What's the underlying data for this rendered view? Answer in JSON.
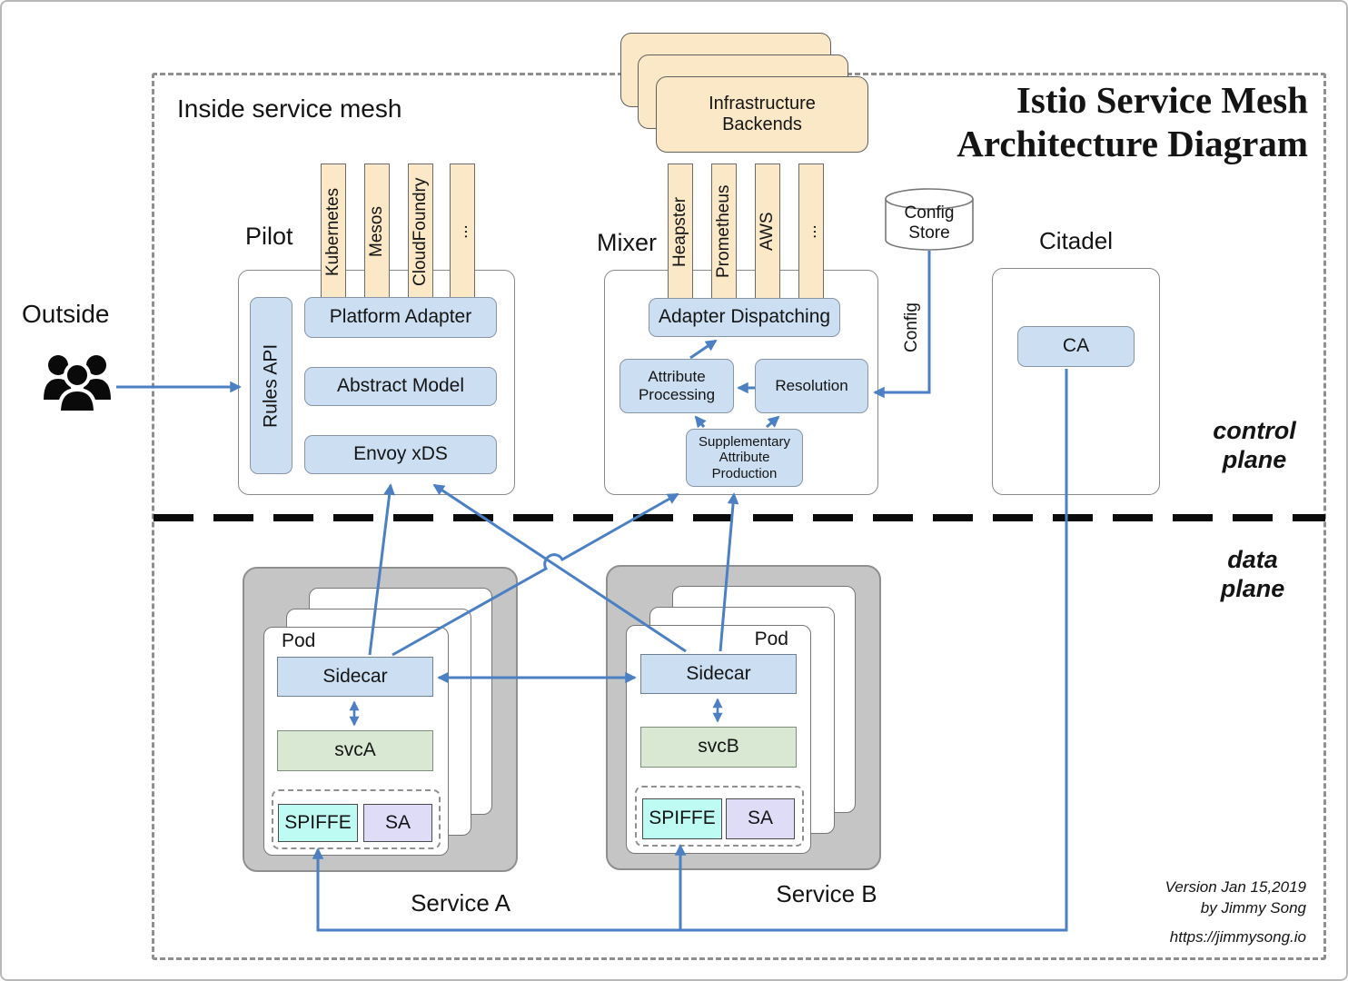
{
  "title": {
    "line1": "Istio Service Mesh",
    "line2": "Architecture Diagram"
  },
  "labels": {
    "inside_mesh": "Inside service mesh",
    "outside": "Outside",
    "control_plane": "control plane",
    "data_plane": "data plane"
  },
  "infrastructure": {
    "label": "Infrastructure Backends"
  },
  "pilot": {
    "name": "Pilot",
    "platforms": [
      "Kubernetes",
      "Mesos",
      "CloudFoundry",
      "..."
    ],
    "rules_api": "Rules API",
    "platform_adapter": "Platform Adapter",
    "abstract_model": "Abstract Model",
    "envoy_xds": "Envoy xDS"
  },
  "mixer": {
    "name": "Mixer",
    "backends": [
      "Heapster",
      "Prometheus",
      "AWS",
      "..."
    ],
    "adapter_dispatching": "Adapter Dispatching",
    "attribute_processing": "Attribute Processing",
    "resolution": "Resolution",
    "supplementary": "Supplementary Attribute Production"
  },
  "config_store": {
    "label": "Config Store",
    "edge_label": "Config"
  },
  "citadel": {
    "name": "Citadel",
    "ca": "CA"
  },
  "service_a": {
    "pod": "Pod",
    "sidecar": "Sidecar",
    "service": "svcA",
    "spiffe": "SPIFFE",
    "sa": "SA",
    "label": "Service A"
  },
  "service_b": {
    "pod": "Pod",
    "sidecar": "Sidecar",
    "service": "svcB",
    "spiffe": "SPIFFE",
    "sa": "SA",
    "label": "Service B"
  },
  "footer": {
    "version": "Version Jan 15,2019",
    "author": "by Jimmy Song",
    "url": "https://jimmysong.io"
  },
  "colors": {
    "arrow": "#4B80C4",
    "box_blue": "#CCDFF2",
    "tab_yellow": "#FAE8C7",
    "svc_green": "#D9E8D3",
    "spiffe_cyan": "#BDFBF3",
    "sa_lavender": "#DEDCF7",
    "pod_gray": "#C5C5C5"
  }
}
